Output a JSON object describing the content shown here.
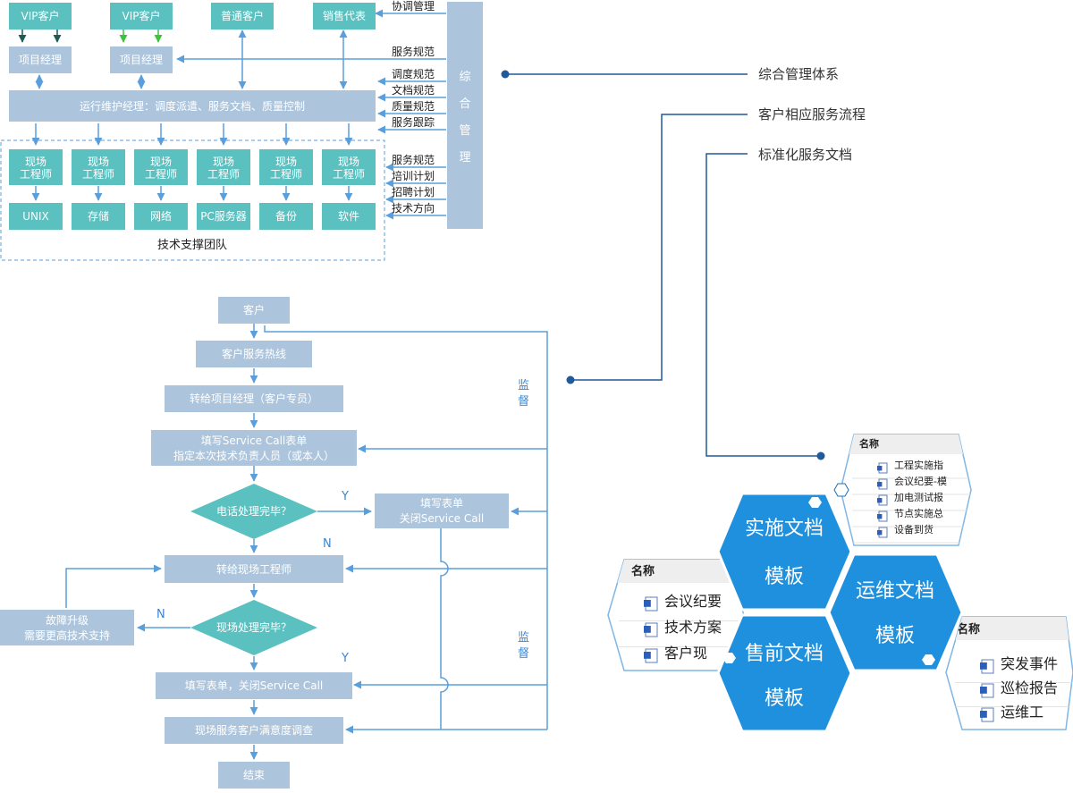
{
  "colors": {
    "box_blue": "#adc5dc",
    "box_teal": "#5bc0c0",
    "line_blue": "#5a9fdc",
    "dark_arrow": "#1f5a55",
    "green_arrow": "#3ec23e",
    "hex_blue": "#1e90dd",
    "label_gray": "#333333"
  },
  "org": {
    "top_customers": [
      "VIP客户",
      "VIP客户",
      "普通客户",
      "销售代表"
    ],
    "project_managers": [
      "项目经理",
      "项目经理"
    ],
    "ops_manager": "运行维护经理：调度派遣、服务文档、质量控制",
    "engineers": [
      "现场\n工程师",
      "现场\n工程师",
      "现场\n工程师",
      "现场\n工程师",
      "现场\n工程师",
      "现场\n工程师"
    ],
    "domains": [
      "UNIX",
      "存储",
      "网络",
      "PC服务器",
      "备份",
      "软件"
    ],
    "team_label": "技术支撑团队",
    "mgmt_box": [
      "综",
      "合",
      "管",
      "理"
    ],
    "side_labels": {
      "coord": "协调管理",
      "svc_std_1": "服务规范",
      "dispatch_std": "调度规范",
      "doc_std": "文档规范",
      "quality_std": "质量规范",
      "svc_track": "服务跟踪",
      "svc_std_2": "服务规范",
      "training": "培训计划",
      "recruit": "招聘计划",
      "tech_dir": "技术方向"
    }
  },
  "legend": {
    "items": [
      "综合管理体系",
      "客户相应服务流程",
      "标准化服务文档"
    ]
  },
  "flow": {
    "customer": "客户",
    "hotline": "客户服务热线",
    "transfer_pm": "转给项目经理（客户专员）",
    "fill_call": [
      "填写Service Call表单",
      "指定本次技术负责人员（或本人）"
    ],
    "phone_done": "电话处理完毕？",
    "close_call_1": [
      "填写表单",
      "关闭Service Call"
    ],
    "transfer_eng": "转给现场工程师",
    "escalate": [
      "故障升级",
      "需要更高技术支持"
    ],
    "site_done": "现场处理完毕？",
    "close_call_2": "填写表单，关闭Service Call",
    "survey": "现场服务客户满意度调查",
    "end": "结束",
    "yes": "Y",
    "no": "N",
    "supervise": [
      "监",
      "督"
    ]
  },
  "docs": {
    "hex_labels": [
      [
        "实施文档",
        "模板"
      ],
      [
        "运维文档",
        "模板"
      ],
      [
        "售前文档",
        "模板"
      ]
    ],
    "header_name": "名称",
    "panel_top": [
      "工程实施指",
      "会议纪要-模",
      "加电测试报",
      "节点实施总",
      "设备到货"
    ],
    "panel_left": [
      "会议纪要",
      "技术方案",
      "客户现"
    ],
    "panel_right": [
      "突发事件",
      "巡检报告",
      "运维工"
    ]
  }
}
